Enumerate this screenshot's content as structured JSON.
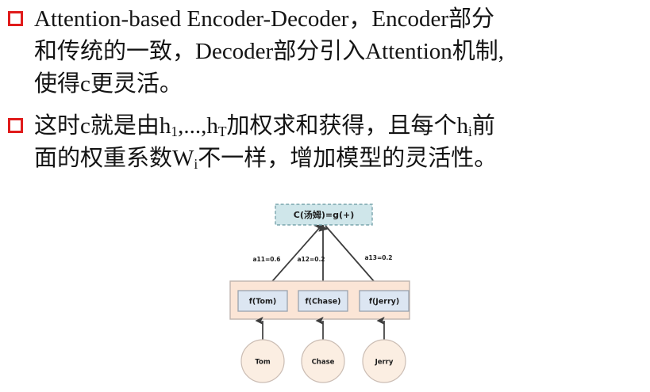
{
  "slide": {
    "bullets": [
      {
        "marker": "hollow-red-square",
        "lines": [
          "Attention-based Encoder-Decoder，Encoder部分",
          "和传统的一致，Decoder部分引入Attention机制,",
          "使得c更灵活。"
        ]
      },
      {
        "marker": "hollow-red-square",
        "lines": [
          "这时c就是由h1,...,hT加权求和获得，且每个hi前",
          "面的权重系数Wi不一样，增加模型的灵活性。"
        ]
      }
    ]
  },
  "diagram": {
    "context_node": {
      "label": "C(汤姆)=g(+)",
      "fill": "#cfe6ea",
      "border": "#7aa5ad"
    },
    "encoder_band": {
      "fill": "#fbe5d6",
      "border": "#bfb4ae"
    },
    "hidden_nodes": [
      {
        "label": "f(Tom)"
      },
      {
        "label": "f(Chase)"
      },
      {
        "label": "f(Jerry)"
      }
    ],
    "hidden_node_style": {
      "fill": "#dce6f2",
      "border": "#9aa3ad"
    },
    "attention_weights": [
      {
        "label": "a11=0.6",
        "value": 0.6
      },
      {
        "label": "a12=0.2",
        "value": 0.2
      },
      {
        "label": "a13=0.2",
        "value": 0.2
      }
    ],
    "input_nodes": [
      {
        "label": "Tom"
      },
      {
        "label": "Chase"
      },
      {
        "label": "Jerry"
      }
    ],
    "input_node_style": {
      "fill": "#fbeee2",
      "border": "#cbbdb4"
    },
    "edge_color": "#3d3d3d"
  }
}
